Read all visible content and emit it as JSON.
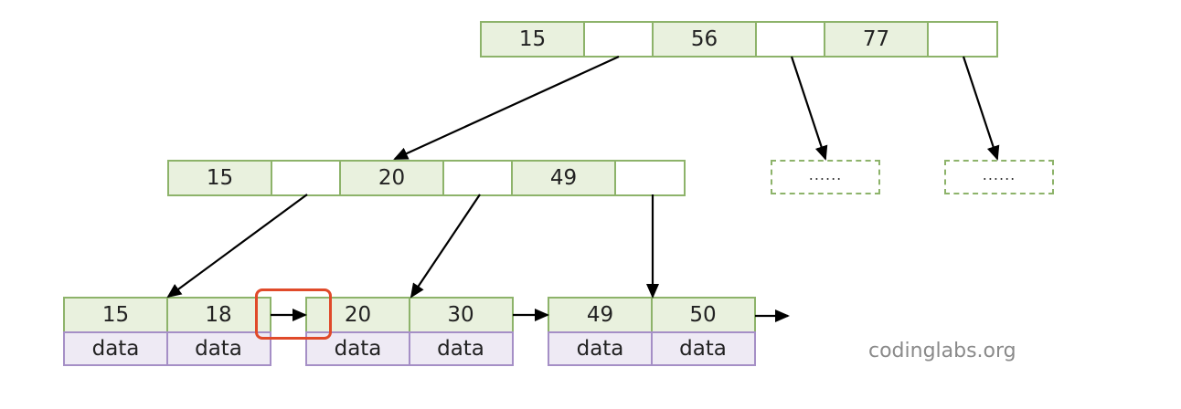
{
  "root_node": {
    "keys": [
      "15",
      "56",
      "77"
    ]
  },
  "internal_node": {
    "keys": [
      "15",
      "20",
      "49"
    ]
  },
  "placeholder_nodes": [
    {
      "label": "......"
    },
    {
      "label": "......"
    }
  ],
  "leaves": [
    {
      "keys": [
        "15",
        "18"
      ],
      "data": [
        "data",
        "data"
      ]
    },
    {
      "keys": [
        "20",
        "30"
      ],
      "data": [
        "data",
        "data"
      ]
    },
    {
      "keys": [
        "49",
        "50"
      ],
      "data": [
        "data",
        "data"
      ]
    }
  ],
  "watermark": "codinglabs.org",
  "colors": {
    "key_fill": "#e9f1de",
    "key_border": "#8db36a",
    "data_fill": "#eeeaf4",
    "data_border": "#a58fc6",
    "highlight": "#e04a2a"
  }
}
